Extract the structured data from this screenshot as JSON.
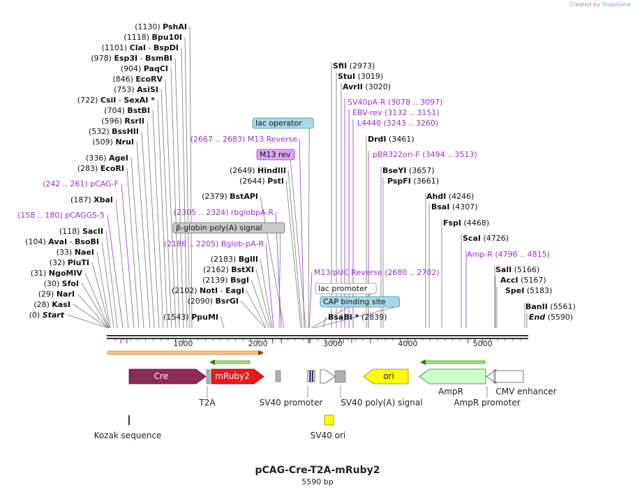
{
  "credit": {
    "prefix": "Created by",
    "brand": "SnapGene"
  },
  "title": "pCAG-Cre-T2A-mRuby2",
  "length_label": "5590 bp",
  "colors": {
    "enzyme": "#111111",
    "primer": "#9b30c8",
    "line": "#777777",
    "backbone": "#333333"
  },
  "ruler": [
    "1000",
    "2000",
    "3000",
    "4000",
    "5000"
  ],
  "left_labels": [
    {
      "pos": "(1130)",
      "name": "PshAI"
    },
    {
      "pos": "(1118)",
      "name": "Bpu10I"
    },
    {
      "pos": "(1101)",
      "name": "ClaI",
      "name2": "BspDI"
    },
    {
      "pos": "(978)",
      "name": "Esp3I",
      "name2": "BsmBI"
    },
    {
      "pos": "(904)",
      "name": "PaqCI"
    },
    {
      "pos": "(846)",
      "name": "EcoRV"
    },
    {
      "pos": "(753)",
      "name": "AsiSI"
    },
    {
      "pos": "(722)",
      "name": "CsiI",
      "name2": "SexAI *"
    },
    {
      "pos": "(704)",
      "name": "BstBI"
    },
    {
      "pos": "(596)",
      "name": "RsrII"
    },
    {
      "pos": "(532)",
      "name": "BssHII"
    },
    {
      "pos": "(509)",
      "name": "NruI"
    },
    {
      "pos": "(336)",
      "name": "AgeI"
    },
    {
      "pos": "(283)",
      "name": "EcoRI"
    },
    {
      "primer": "(242 .. 261)",
      "name": "pCAG-F"
    },
    {
      "pos": "(187)",
      "name": "XbaI"
    },
    {
      "primer": "(158 .. 180)",
      "name": "pCAGGS-5"
    },
    {
      "pos": "(118)",
      "name": "SacII"
    },
    {
      "pos": "(104)",
      "name": "AvaI",
      "name2": "BsoBI"
    },
    {
      "pos": "(33)",
      "name": "NaeI"
    },
    {
      "pos": "(32)",
      "name": "PluTI"
    },
    {
      "pos": "(31)",
      "name": "NgoMIV"
    },
    {
      "pos": "(30)",
      "name": "SfoI"
    },
    {
      "pos": "(29)",
      "name": "NarI"
    },
    {
      "pos": "(28)",
      "name": "KasI"
    },
    {
      "pos": "(0)",
      "name": "Start"
    }
  ],
  "mid_labels": [
    {
      "primer": "(2667 .. 2683)",
      "name": "M13 Reverse"
    },
    {
      "feature": "M13 rev"
    },
    {
      "pos": "(2649)",
      "name": "HindIII"
    },
    {
      "pos": "(2644)",
      "name": "PstI"
    },
    {
      "pos": "(2379)",
      "name": "BstAPI"
    },
    {
      "primer": "(2305 .. 2324)",
      "name": "rbglobpA-R"
    },
    {
      "feature": "β-globin poly(A) signal"
    },
    {
      "primer": "(2186 .. 2205)",
      "name": "Bglob-pA-R"
    },
    {
      "pos": "(2183)",
      "name": "BglII"
    },
    {
      "pos": "(2162)",
      "name": "BstXI"
    },
    {
      "pos": "(2139)",
      "name": "BsgI"
    },
    {
      "pos": "(2102)",
      "name": "NotI",
      "name2": "EagI"
    },
    {
      "pos": "(2090)",
      "name": "BsrGI"
    },
    {
      "pos": "(1543)",
      "name": "PpuMI"
    },
    {
      "feature": "lac operator"
    },
    {
      "primer": "M13/pUC Reverse",
      "range": "(2680 .. 2702)"
    },
    {
      "feature": "lac promoter"
    },
    {
      "feature": "CAP binding site"
    },
    {
      "name": "BsaBI *",
      "pos": "(2839)"
    }
  ],
  "right_labels": [
    {
      "name": "SfiI",
      "pos": "(2973)"
    },
    {
      "name": "StuI",
      "pos": "(3019)"
    },
    {
      "name": "AvrII",
      "pos": "(3020)"
    },
    {
      "primer": "SV40pA-R",
      "range": "(3078 .. 3097)"
    },
    {
      "primer": "EBV-rev",
      "range": "(3132 .. 3151)"
    },
    {
      "primer": "L4440",
      "range": "(3243 .. 3260)"
    },
    {
      "name": "DrdI",
      "pos": "(3461)"
    },
    {
      "primer": "pBR322ori-F",
      "range": "(3494 .. 3513)"
    },
    {
      "name": "BseYI",
      "pos": "(3657)"
    },
    {
      "name": "PspFI",
      "pos": "(3661)"
    },
    {
      "name": "AhdI",
      "pos": "(4246)"
    },
    {
      "name": "BsaI",
      "pos": "(4307)"
    },
    {
      "name": "FspI",
      "pos": "(4468)"
    },
    {
      "name": "ScaI",
      "pos": "(4726)"
    },
    {
      "primer": "Amp-R",
      "range": "(4796 .. 4815)"
    },
    {
      "name": "SalI",
      "pos": "(5166)"
    },
    {
      "name": "AccI",
      "pos": "(5167)"
    },
    {
      "name": "SpeI",
      "pos": "(5183)"
    },
    {
      "name": "BanII",
      "pos": "(5561)"
    },
    {
      "name": "End",
      "pos": "(5590)"
    }
  ],
  "features": [
    {
      "name": "Cre",
      "type": "cds",
      "color": "#8c2a58"
    },
    {
      "name": "mRuby2",
      "type": "cds",
      "color": "#e41a1c"
    },
    {
      "name": "T2A",
      "type": "misc",
      "color": "#b0b0b0"
    },
    {
      "name": "SV40 promoter",
      "type": "promoter",
      "color": "#ffffff"
    },
    {
      "name": "SV40 poly(A) signal",
      "type": "terminator",
      "color": "#b0b0b0"
    },
    {
      "name": "ori",
      "type": "rep_origin",
      "color": "#ffff00"
    },
    {
      "name": "AmpR",
      "type": "cds",
      "color": "#ccffcc"
    },
    {
      "name": "AmpR promoter",
      "type": "promoter",
      "color": "#ffffff"
    },
    {
      "name": "CMV enhancer",
      "type": "enhancer",
      "color": "#ffffff"
    },
    {
      "name": "Kozak sequence",
      "type": "misc",
      "color": "#333333"
    },
    {
      "name": "SV40 ori",
      "type": "rep_origin",
      "color": "#ffff00"
    }
  ]
}
